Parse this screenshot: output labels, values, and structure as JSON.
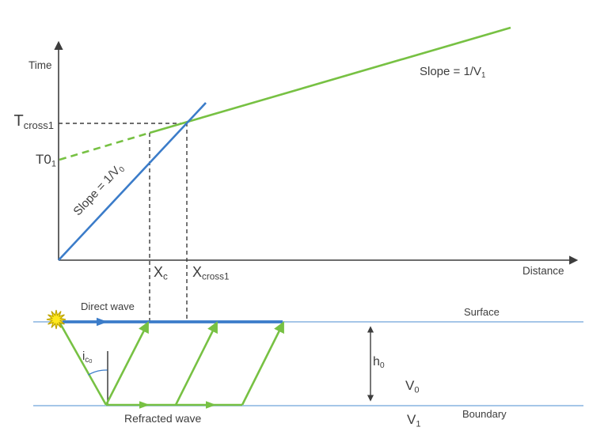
{
  "colors": {
    "blue": "#3b7cc9",
    "green": "#77c143",
    "lightblue": "#a5c6e8",
    "ink": "#3d3d3d",
    "star_fill": "#ffe81c",
    "star_stroke": "#bfa500"
  },
  "graph": {
    "time_axis_label": "Time",
    "distance_axis_label": "Distance",
    "slope_v0": {
      "text": "Slope = 1/V",
      "sub": "0"
    },
    "slope_v1": {
      "text": "Slope = 1/V",
      "sub": "1"
    },
    "t_cross1": {
      "text": "T",
      "sub": "cross1"
    },
    "t0": {
      "text": "T0",
      "sub": "1"
    },
    "x_c": {
      "text": "X",
      "sub": "c"
    },
    "x_cross1": {
      "text": "X",
      "sub": "cross1"
    }
  },
  "section": {
    "direct_wave_label": "Direct wave",
    "refracted_wave_label": "Refracted wave",
    "surface_label": "Surface",
    "boundary_label": "Boundary",
    "critical_angle": {
      "text": "i",
      "sub": "c",
      "subsub": "0"
    },
    "depth": {
      "text": "h",
      "sub": "0"
    },
    "v0": {
      "text": "V",
      "sub": "0"
    },
    "v1": {
      "text": "V",
      "sub": "1"
    }
  }
}
